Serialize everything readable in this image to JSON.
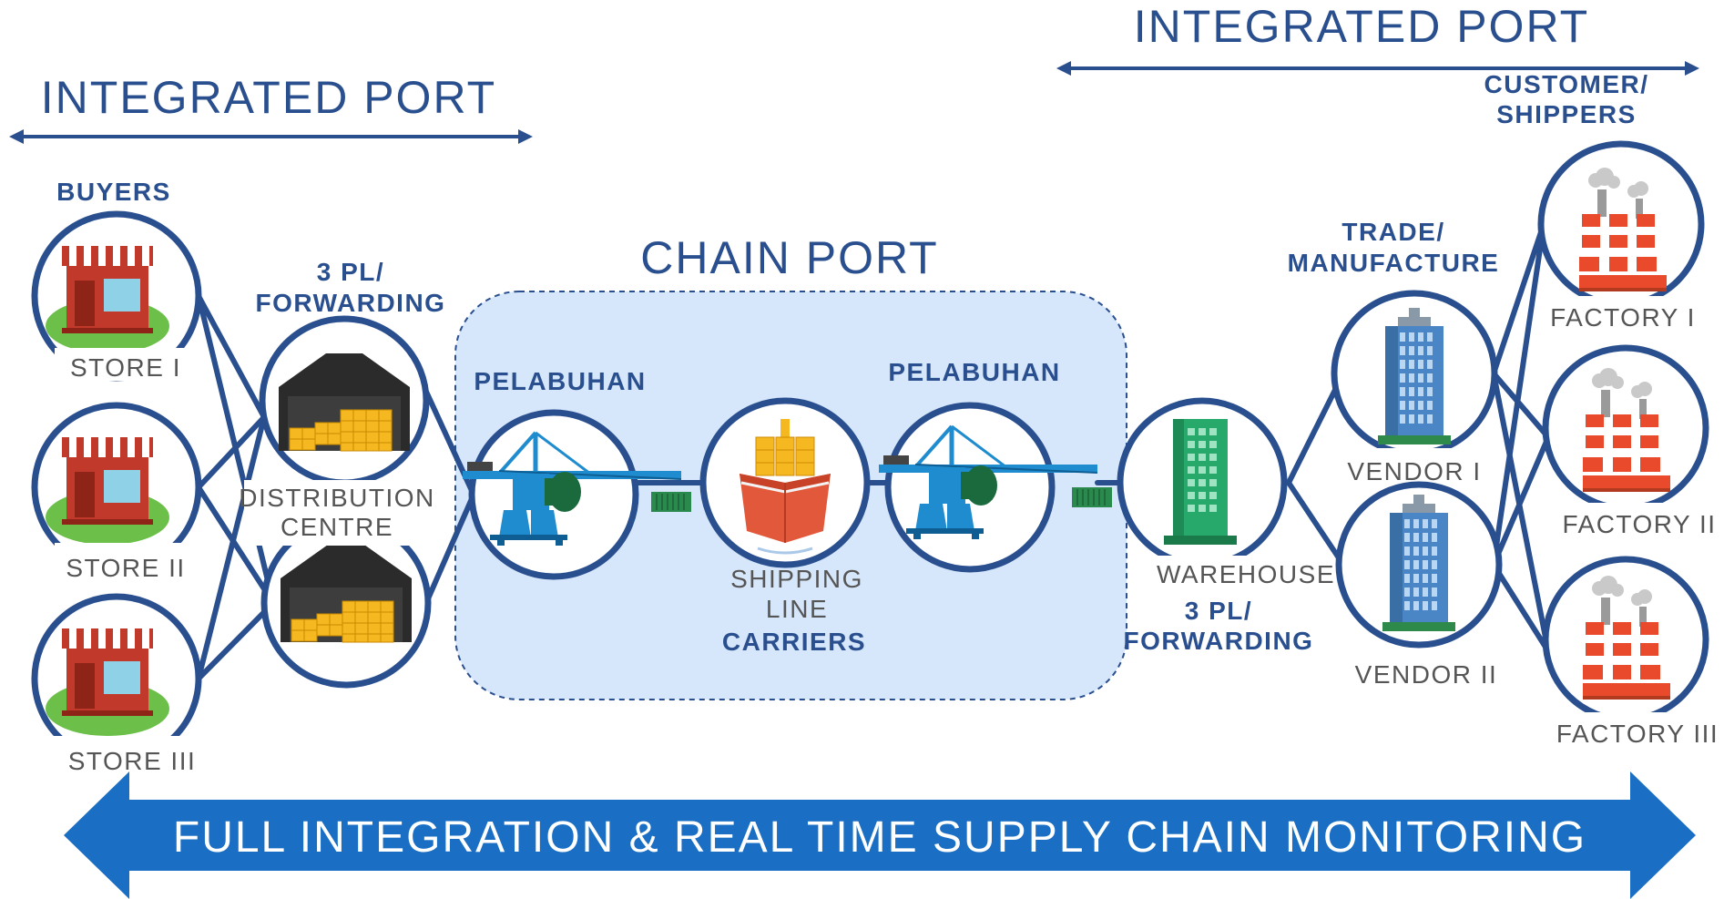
{
  "headers": {
    "integrated_port_left": "INTEGRATED PORT",
    "integrated_port_right": "INTEGRATED PORT",
    "chain_port": "CHAIN PORT"
  },
  "labels": {
    "buyers": "BUYERS",
    "store_1": "STORE I",
    "store_2": "STORE II",
    "store_3": "STORE III",
    "forwarding_left_l1": "3 PL/",
    "forwarding_left_l2": "FORWARDING",
    "distribution_l1": "DISTRIBUTION",
    "distribution_l2": "CENTRE",
    "pelabuhan_left": "PELABUHAN",
    "pelabuhan_right": "PELABUHAN",
    "shipping_l1": "SHIPPING",
    "shipping_l2": "LINE",
    "carriers": "CARRIERS",
    "warehouse": "WAREHOUSE",
    "forwarding_right_l1": "3 PL/",
    "forwarding_right_l2": "FORWARDING",
    "trade_l1": "TRADE/",
    "trade_l2": "MANUFACTURE",
    "vendor_1": "VENDOR I",
    "vendor_2": "VENDOR II",
    "customer_l1": "CUSTOMER/",
    "customer_l2": "SHIPPERS",
    "factory_1": "FACTORY I",
    "factory_2": "FACTORY II",
    "factory_3": "FACTORY III"
  },
  "banner": {
    "text": "FULL INTEGRATION & REAL TIME SUPPLY CHAIN MONITORING"
  },
  "icons": {
    "store": "store-icon",
    "warehouse_shed": "warehouse-shed-icon",
    "crane": "port-crane-icon",
    "ship": "cargo-ship-icon",
    "building": "office-building-icon",
    "factory": "factory-icon"
  },
  "colors": {
    "primary_blue": "#2a4f8f",
    "banner_blue": "#1a6fc4",
    "chain_port_bg": "#d6e6fb",
    "label_gray": "#555555"
  }
}
